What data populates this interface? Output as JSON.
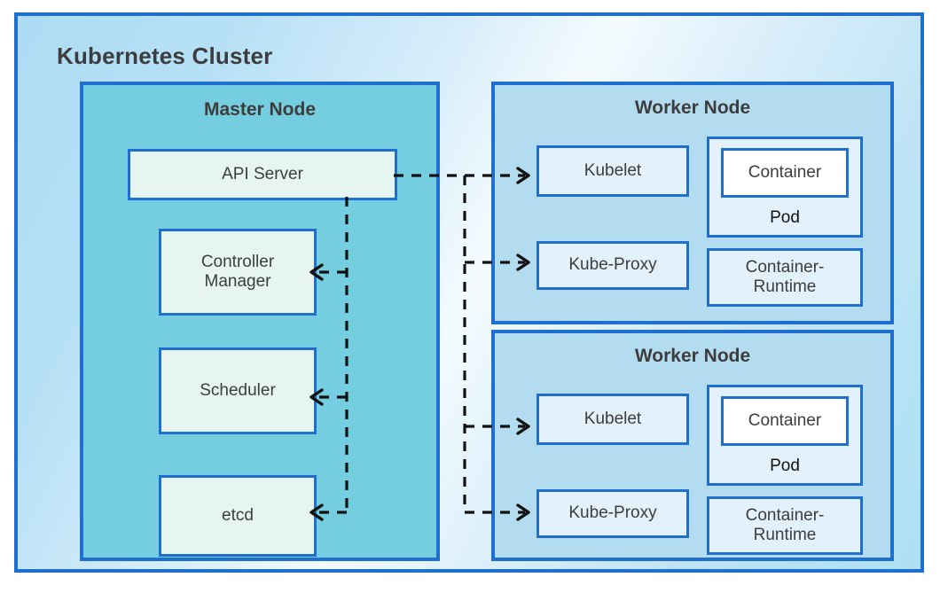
{
  "cluster": {
    "title": "Kubernetes Cluster",
    "border_color": "#1f6fd0",
    "background_colors": [
      "#aedcf4",
      "#f4fbfe"
    ]
  },
  "master_node": {
    "title": "Master Node",
    "background_color": "#74cee0",
    "components": [
      {
        "label": "API Server"
      },
      {
        "label": "Controller\nManager",
        "line1": "Controller",
        "line2": "Manager"
      },
      {
        "label": "Scheduler"
      },
      {
        "label": "etcd"
      }
    ]
  },
  "worker_nodes": [
    {
      "title": "Worker Node",
      "background_color": "#b4dcf0",
      "kubelet": "Kubelet",
      "kube_proxy": "Kube-Proxy",
      "pod": {
        "label": "Pod",
        "container": "Container"
      },
      "container_runtime": {
        "line1": "Container-",
        "line2": "Runtime"
      }
    },
    {
      "title": "Worker Node",
      "background_color": "#b4dcf0",
      "kubelet": "Kubelet",
      "kube_proxy": "Kube-Proxy",
      "pod": {
        "label": "Pod",
        "container": "Container"
      },
      "container_runtime": {
        "line1": "Container-",
        "line2": "Runtime"
      }
    }
  ],
  "connections": {
    "style": "dashed",
    "color": "#111111",
    "arrowhead": "open-chevron",
    "edges": [
      {
        "from": "API Server",
        "to": "Controller Manager",
        "direction": "left"
      },
      {
        "from": "API Server",
        "to": "Scheduler",
        "direction": "left"
      },
      {
        "from": "API Server",
        "to": "etcd",
        "direction": "left"
      },
      {
        "from": "API Server",
        "to": "Worker Node 1 / Kubelet",
        "direction": "right"
      },
      {
        "from": "API Server",
        "to": "Worker Node 1 / Kube-Proxy",
        "direction": "right"
      },
      {
        "from": "API Server",
        "to": "Worker Node 2 / Kubelet",
        "direction": "right"
      },
      {
        "from": "API Server",
        "to": "Worker Node 2 / Kube-Proxy",
        "direction": "right"
      }
    ]
  }
}
